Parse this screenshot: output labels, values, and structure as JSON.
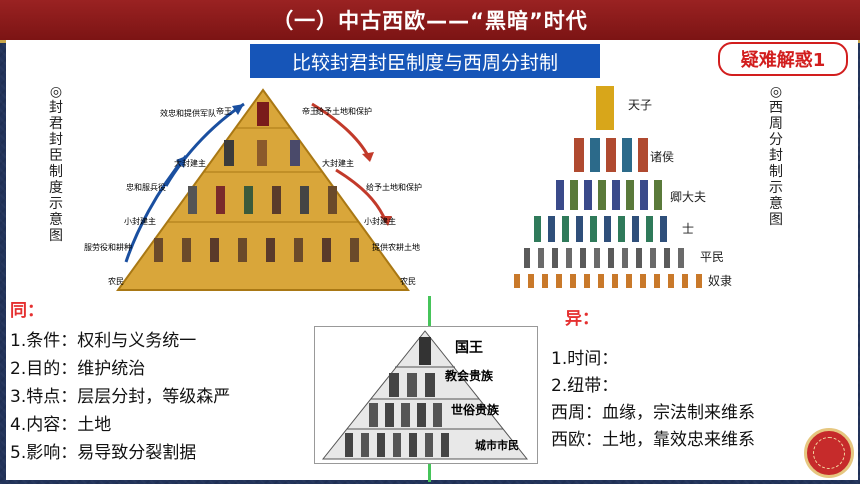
{
  "header": {
    "title": "（一）中古西欧——“黑暗”时代"
  },
  "comparison_title": "比较封君封臣制度与西周分封制",
  "badge": "疑难解惑1",
  "feudal": {
    "caption": "◎封君封臣制度示意图",
    "left_labels": [
      "效忠和提供军队",
      "忠和服兵役",
      "服劳役和耕种"
    ],
    "right_labels": [
      "给予土地和保护",
      "给予土地和保护",
      "提供农耕土地"
    ],
    "ranks_left": [
      "帝王",
      "大封建主",
      "小封建主",
      "农民"
    ],
    "ranks_right": [
      "帝王",
      "大封建主",
      "小封建主",
      "农民"
    ]
  },
  "zhou": {
    "caption": "◎西周分封制示意图",
    "ranks": [
      "天子",
      "诸侯",
      "卿大夫",
      "士",
      "平民",
      "奴隶"
    ]
  },
  "pyramid2": {
    "ranks": [
      "国王",
      "教会贵族",
      "世俗贵族",
      "城市市民"
    ]
  },
  "same": {
    "heading": "同：",
    "items": [
      "1.条件：权利与义务统一",
      "2.目的：维护统治",
      "3.特点：层层分封，等级森严",
      "4.内容：土地",
      "5.影响：易导致分裂割据"
    ]
  },
  "diff": {
    "heading": "异：",
    "items": [
      "1.时间：",
      "2.纽带：",
      "西周：血缘，宗法制来维系",
      "西欧：土地，靠效忠来维系"
    ]
  }
}
